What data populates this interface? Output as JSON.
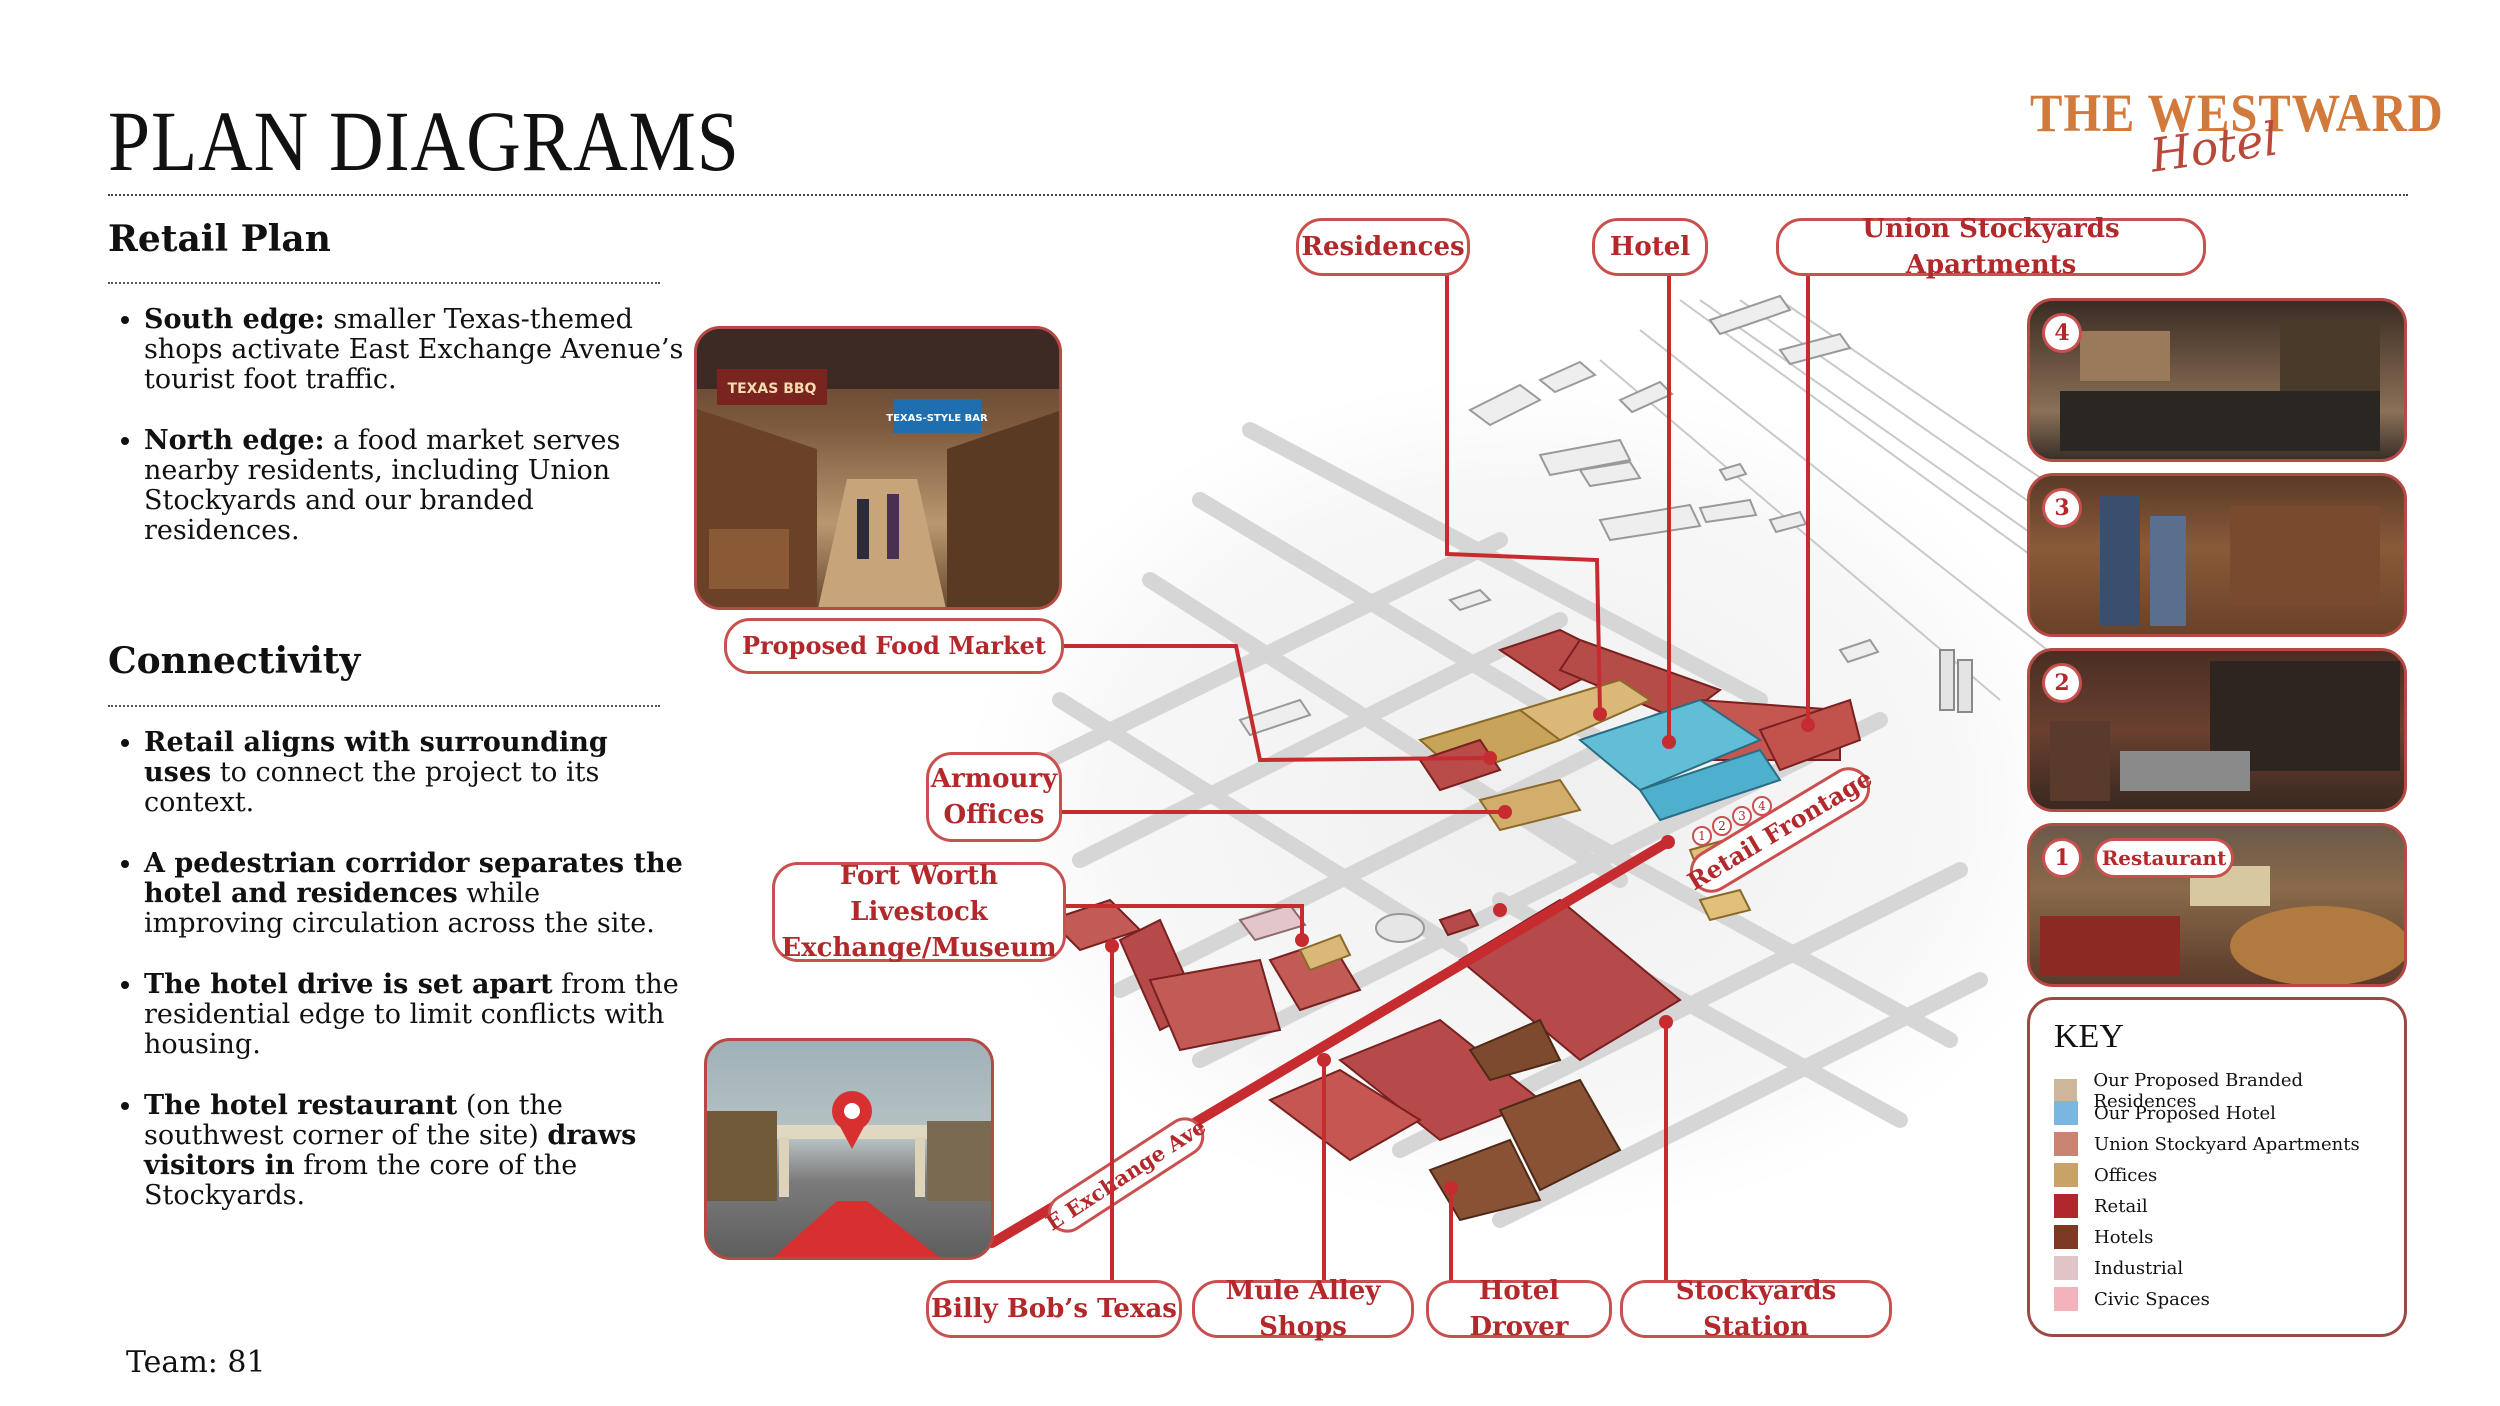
{
  "header": {
    "title": "PLAN DIAGRAMS",
    "logo_main": "THE WESTWARD",
    "logo_script": "Hotel"
  },
  "retail_plan": {
    "title": "Retail Plan",
    "bullets": [
      {
        "bold": "South edge:",
        "rest": " smaller Texas-themed shops activate East Exchange Avenue’s tourist foot traffic."
      },
      {
        "bold": "North edge:",
        "rest": " a food market serves nearby residents, including Union Stockyards and our branded residences."
      }
    ]
  },
  "connectivity": {
    "title": "Connectivity",
    "bullets": [
      {
        "bold": "Retail aligns with surrounding uses",
        "rest": " to connect the project to its context."
      },
      {
        "bold": "A pedestrian corridor separates the hotel and residences",
        "rest": " while improving circulation across the site."
      },
      {
        "bold": "The hotel drive is set apart",
        "rest": " from the residential edge to limit conflicts with housing."
      },
      {
        "bold_a": "The hotel restaurant",
        "mid": " (on the southwest corner of the site) ",
        "bold_b": "draws visitors in",
        "rest": " from the core of the Stockyards."
      }
    ]
  },
  "team": "Team: 81",
  "callouts": {
    "residences": "Residences",
    "hotel": "Hotel",
    "union": "Union Stockyards Apartments",
    "food_market": "Proposed Food Market",
    "armoury_1": "Armoury",
    "armoury_2": "Offices",
    "fort_worth_1": "Fort Worth Livestock",
    "fort_worth_2": "Exchange/Museum",
    "billy": "Billy Bob’s Texas",
    "mule": "Mule Alley Shops",
    "drover": "Hotel Drover",
    "station": "Stockyards Station"
  },
  "map_labels": {
    "retail_frontage": "Retail Frontage",
    "exchange_ave": "E Exchange Ave",
    "photo_sign": "TEXAS BBQ",
    "photo_sign2": "TEXAS-STYLE BAR"
  },
  "photos": {
    "p4": "4",
    "p3": "3",
    "p2": "2",
    "p1": "1",
    "restaurant": "Restaurant",
    "markers": [
      "1",
      "2",
      "3",
      "4"
    ]
  },
  "key": {
    "title": "KEY",
    "items": [
      {
        "label": "Our Proposed Branded Residences",
        "color": "#cdb79a"
      },
      {
        "label": "Our Proposed Hotel",
        "color": "#7ab6df"
      },
      {
        "label": "Union Stockyard Apartments",
        "color": "#c98371"
      },
      {
        "label": "Offices",
        "color": "#c9a267"
      },
      {
        "label": "Retail",
        "color": "#b0282d"
      },
      {
        "label": "Hotels",
        "color": "#7c3a22"
      },
      {
        "label": "Industrial",
        "color": "#dfc4c8"
      },
      {
        "label": "Civic Spaces",
        "color": "#f2b3bd"
      }
    ]
  },
  "colors": {
    "accent": "#c9504f",
    "accent_text": "#b3282b",
    "logo_orange": "#d27a3c"
  }
}
